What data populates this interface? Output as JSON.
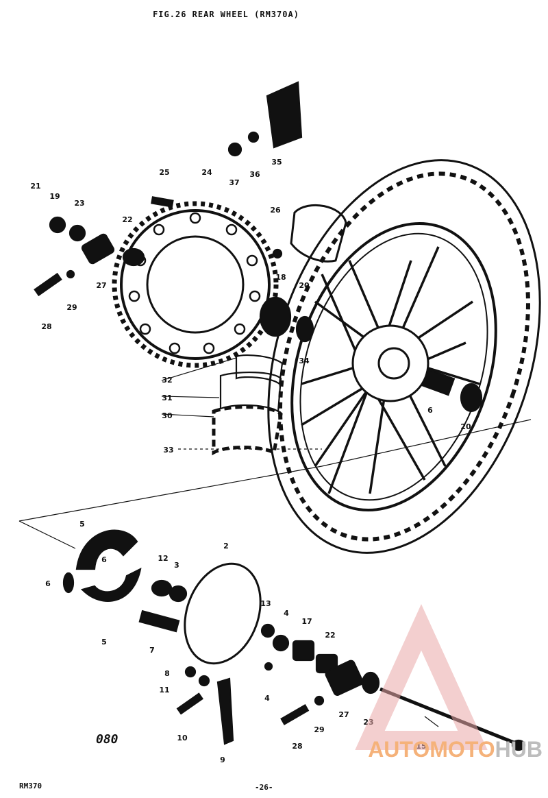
{
  "header": {
    "title": "FIG.26  REAR WHEEL (RM370A)"
  },
  "footer": {
    "model": "RM370",
    "page": "-26-",
    "ref": "080"
  },
  "watermark": {
    "brand_a": "AUTOMOTO",
    "brand_b": "HUB",
    "color_a": "#f5b27a",
    "color_b": "#bdbdbd",
    "logo_color": "#e9a8a8"
  },
  "callouts": [
    "2",
    "3",
    "4",
    "4",
    "5",
    "5",
    "6",
    "6",
    "6",
    "7",
    "8",
    "9",
    "10",
    "11",
    "12",
    "13",
    "15",
    "17",
    "18",
    "19",
    "20",
    "20",
    "21",
    "22",
    "22",
    "23",
    "23",
    "24",
    "25",
    "26",
    "27",
    "27",
    "28",
    "28",
    "29",
    "29",
    "30",
    "31",
    "32",
    "33",
    "34",
    "35",
    "36",
    "37"
  ]
}
